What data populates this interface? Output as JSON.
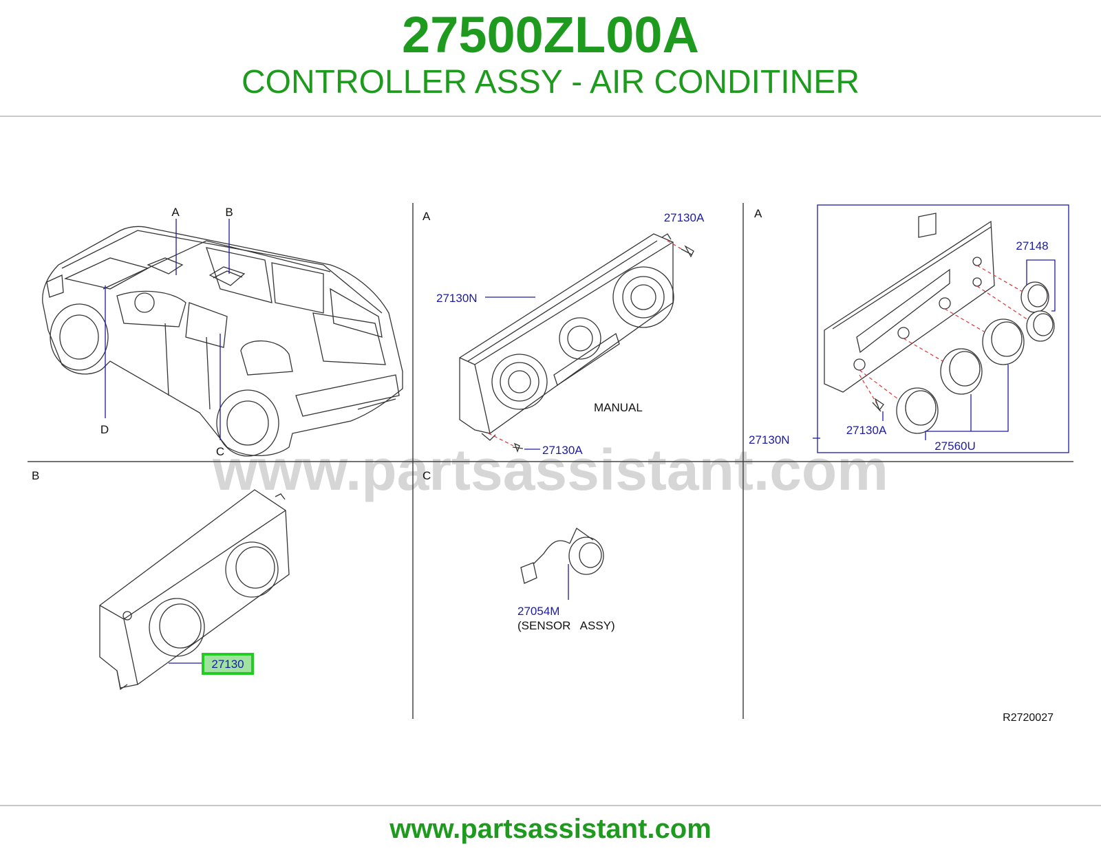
{
  "header": {
    "part_number": "27500ZL00A",
    "part_name": "CONTROLLER ASSY - AIR CONDITINER"
  },
  "watermark": "www.partsassistant.com",
  "footer": {
    "url": "www.partsassistant.com"
  },
  "colors": {
    "brand": "#1e9b1e",
    "callout": "#1a1aa8",
    "highlight": "#22cc22",
    "line": "#333333"
  },
  "panels": {
    "vehicle": {
      "labels": [
        "A",
        "B",
        "C",
        "D"
      ]
    },
    "manual": {
      "section": "A",
      "parts": [
        "27130A",
        "27130N",
        "27130A"
      ],
      "note": "MANUAL"
    },
    "auto": {
      "section": "A",
      "parts": [
        "27148",
        "27130N",
        "27130A",
        "27560U"
      ]
    },
    "rear": {
      "section": "B",
      "part": "27130"
    },
    "sensor": {
      "section": "C",
      "part": "27054M",
      "part_desc": "(SENSOR   ASSY)"
    }
  },
  "diagram_ref": "R2720027"
}
